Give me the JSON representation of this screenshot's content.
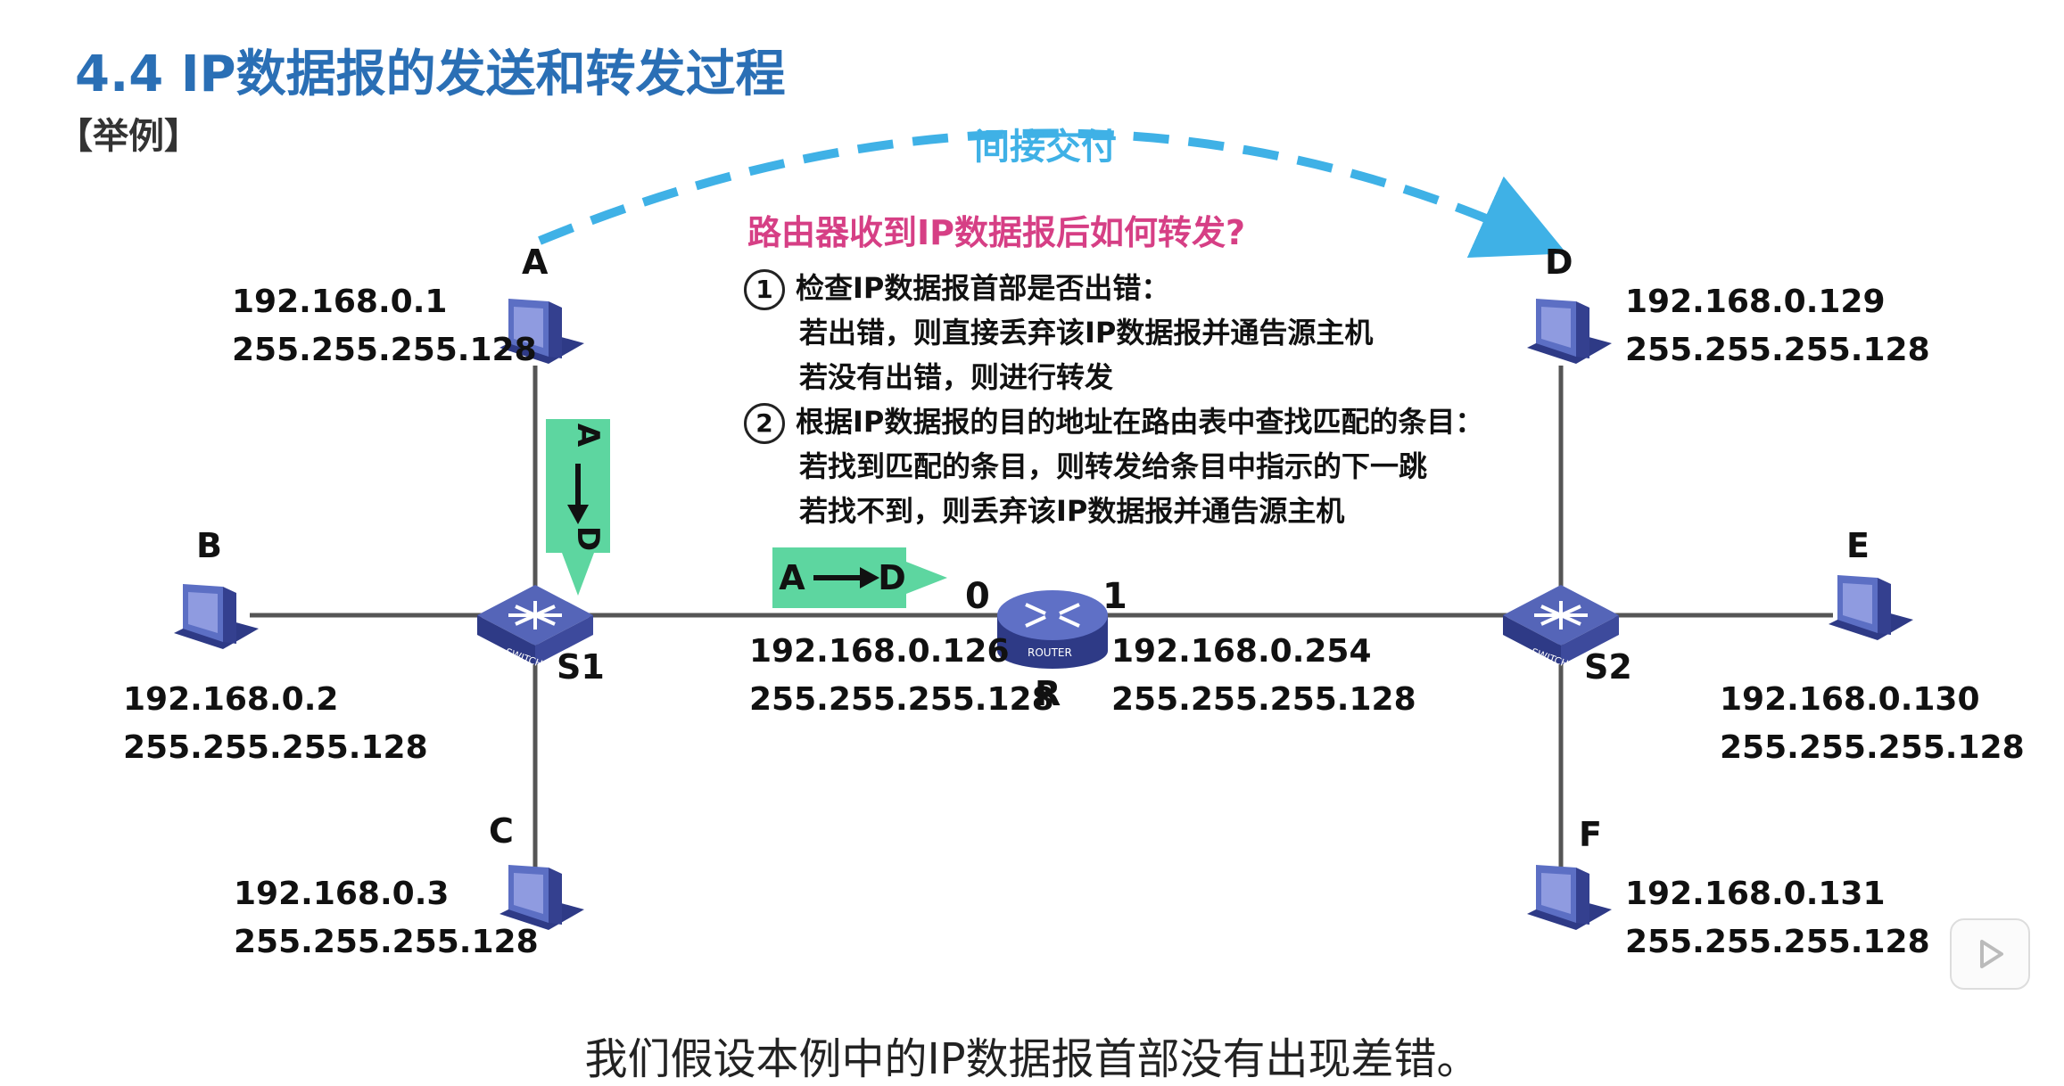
{
  "header": {
    "title": "4.4  IP数据报的发送和转发过程",
    "example_tag": "【举例】"
  },
  "annotation": {
    "indirect_delivery": "间接交付"
  },
  "question": {
    "text": "路由器收到IP数据报后如何转发?",
    "steps": [
      {
        "num": "1",
        "text": "检查IP数据报首部是否出错：",
        "subs": [
          "若出错，则直接丢弃该IP数据报并通告源主机",
          "若没有出错，则进行转发"
        ]
      },
      {
        "num": "2",
        "text": "根据IP数据报的目的地址在路由表中查找匹配的条目：",
        "subs": [
          "若找到匹配的条目，则转发给条目中指示的下一跳",
          "若找不到，则丢弃该IP数据报并通告源主机"
        ]
      }
    ]
  },
  "hosts": {
    "A": {
      "label": "A",
      "ip": "192.168.0.1",
      "mask": "255.255.255.128"
    },
    "B": {
      "label": "B",
      "ip": "192.168.0.2",
      "mask": "255.255.255.128"
    },
    "C": {
      "label": "C",
      "ip": "192.168.0.3",
      "mask": "255.255.255.128"
    },
    "D": {
      "label": "D",
      "ip": "192.168.0.129",
      "mask": "255.255.255.128"
    },
    "E": {
      "label": "E",
      "ip": "192.168.0.130",
      "mask": "255.255.255.128"
    },
    "F": {
      "label": "F",
      "ip": "192.168.0.131",
      "mask": "255.255.255.128"
    }
  },
  "switches": {
    "S1": {
      "label": "S1",
      "badge": "SWITCH"
    },
    "S2": {
      "label": "S2",
      "badge": "SWITCH"
    }
  },
  "router": {
    "label": "R",
    "badge": "ROUTER",
    "iface0": {
      "num": "0",
      "ip": "192.168.0.126",
      "mask": "255.255.255.128"
    },
    "iface1": {
      "num": "1",
      "ip": "192.168.0.254",
      "mask": "255.255.255.128"
    }
  },
  "arrows": {
    "vertical": {
      "from": "A",
      "to": "D"
    },
    "horizontal": {
      "from": "A",
      "to": "D"
    }
  },
  "subtitle": "我们假设本例中的IP数据报首部没有出现差错。",
  "colors": {
    "title": "#2a6fb5",
    "question": "#d63f85",
    "dashed": "#3fb1e6",
    "packet": "#5dd6a0",
    "device": "#4a5aa8"
  }
}
